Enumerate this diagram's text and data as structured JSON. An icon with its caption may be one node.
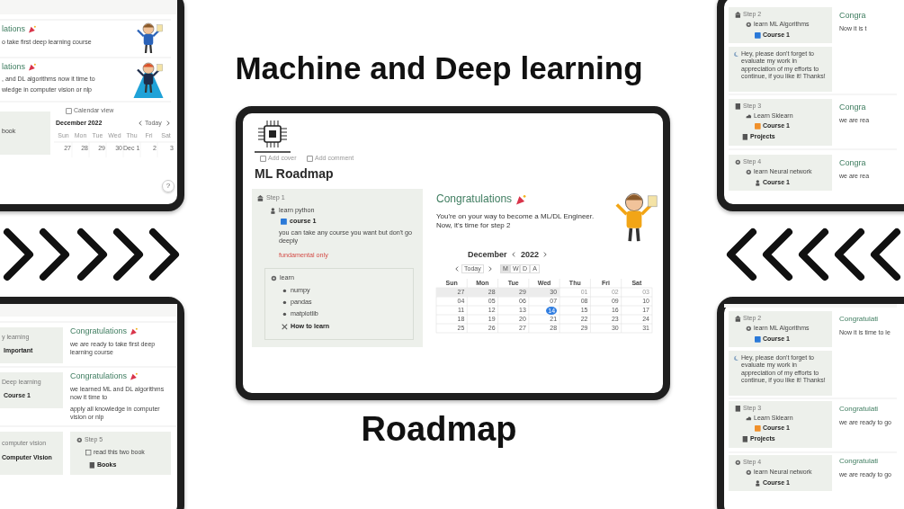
{
  "diagram": {
    "title": "Machine and Deep learning",
    "nodes": [
      {
        "text": [
          "book"
        ]
      },
      {
        "text": [
          "y learning",
          "Important"
        ]
      },
      {
        "text": [
          "Deep learning",
          "Course 1"
        ]
      },
      {
        "text": [
          "computer vision",
          "Computer Vision"
        ]
      },
      {
        "text": [
          "Step 5",
          "read this two book",
          "Books"
        ]
      },
      {
        "text": [
          "Step 1",
          "learn python",
          "course 1",
          "you can take any course you want but don't go deeply",
          "fundamental only"
        ]
      },
      {
        "text": [
          "learn",
          "numpy",
          "pandas",
          "matplotlib",
          "How to learn"
        ],
        "in": 5
      },
      {
        "text": [
          "Step 2",
          "learn ML Algorithms",
          "Course 1"
        ]
      },
      {
        "text": [
          "Hey, please don't forget to evaluate my work in appreciation of my efforts to continue, if you like it! Thanks!"
        ]
      },
      {
        "text": [
          "Step 3",
          "Learn Sklearn",
          "Course 1",
          "Projects"
        ]
      },
      {
        "text": [
          "Step 4",
          "learn Neural network",
          "Course 1"
        ]
      },
      {
        "text": [
          "Step 2",
          "learn ML Algorithms",
          "Course 1"
        ]
      },
      {
        "text": [
          "Hey, please don't forget to evaluate my work in appreciation of my efforts to continue, if you like it! Thanks!"
        ]
      },
      {
        "text": [
          "Step 3",
          "Learn Sklearn",
          "Course 1",
          "Projects"
        ]
      },
      {
        "text": [
          "Step 4",
          "learn Neural network",
          "Course 1"
        ]
      }
    ],
    "labels": [
      "lations",
      "o take first deep learning course",
      "lations",
      ", and DL algorithms now it time to",
      "wledge in computer vision or nlp",
      "Calendar view",
      "December 2022",
      "Today",
      "Sun",
      "Mon",
      "Tue",
      "Wed",
      "Thu",
      "Fri",
      "Sat",
      "27",
      "28",
      "29",
      "30",
      "Dec 1",
      "2",
      "3",
      "?",
      "Add cover",
      "Add comment",
      "ML Roadmap",
      "Congratulations",
      "You're on your way to become a ML/DL Engineer. Now, it's time for step 2",
      "December",
      "2022",
      "Today",
      "M",
      "W",
      "D",
      "A",
      "Sun",
      "Mon",
      "Tue",
      "Wed",
      "Thu",
      "Fri",
      "Sat",
      "27",
      "28",
      "29",
      "30",
      "01",
      "02",
      "03",
      "04",
      "05",
      "06",
      "07",
      "08",
      "09",
      "10",
      "11",
      "12",
      "13",
      "14",
      "15",
      "16",
      "17",
      "18",
      "19",
      "20",
      "21",
      "22",
      "23",
      "24",
      "25",
      "26",
      "27",
      "28",
      "29",
      "30",
      "31",
      "Congra",
      "Now it is t",
      "Congra",
      "we are rea",
      "Congra",
      "we are rea",
      "Congratulations",
      "we are ready to take first deep learning course",
      "Congratulations",
      "we learned ML and DL algorithms now it time to",
      "apply all knowledge in computer vision or nlp",
      "Congratulati",
      "Now it is time to le",
      "Congratulati",
      "we are ready to go",
      "Congratulati",
      "we are ready to go",
      "Roadmap"
    ]
  }
}
